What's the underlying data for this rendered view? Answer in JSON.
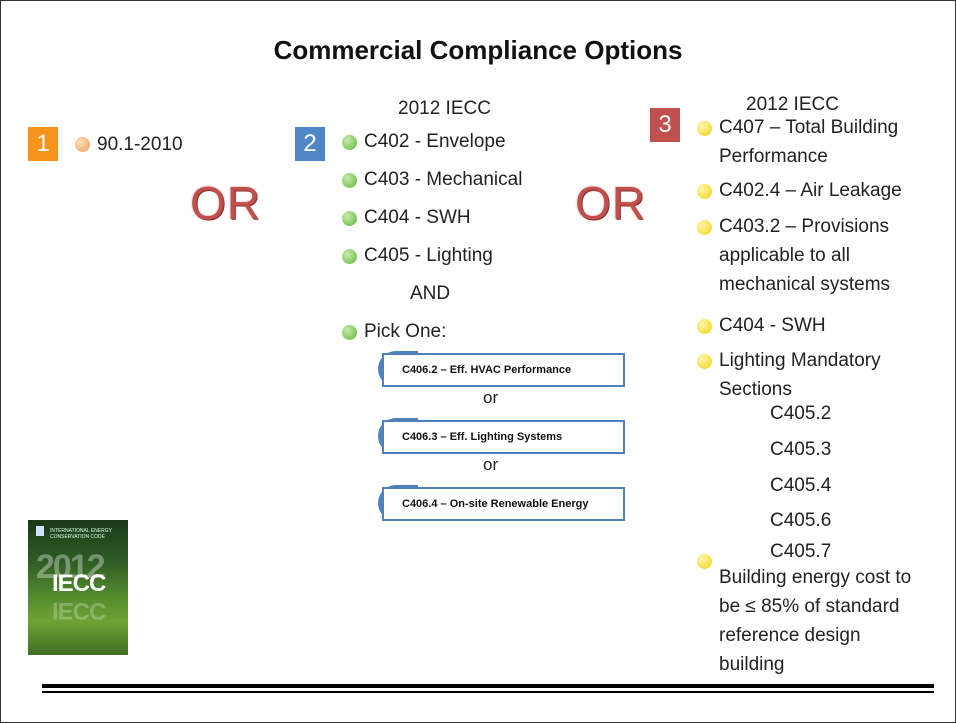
{
  "title": "Commercial Compliance Options",
  "option1": {
    "number": "1",
    "item": "90.1-2010"
  },
  "or_label": "OR",
  "option2": {
    "number": "2",
    "heading": "2012 IECC",
    "items": [
      "C402 - Envelope",
      "C403 - Mechanical",
      "C404 - SWH",
      "C405 - Lighting"
    ],
    "and_label": "AND",
    "pick_label": "Pick One:",
    "choices": [
      "C406.2 – Eff. HVAC Performance",
      "C406.3 – Eff. Lighting Systems",
      "C406.4 – On-site Renewable Energy"
    ],
    "choice_or": "or"
  },
  "option3": {
    "number": "3",
    "heading": "2012 IECC",
    "items": [
      [
        "C407 – Total Building",
        "Performance"
      ],
      [
        "C402.4 – Air Leakage"
      ],
      [
        "C403.2 – Provisions",
        "applicable to all",
        "mechanical systems"
      ],
      [
        "C404 - SWH"
      ],
      [
        "Lighting Mandatory",
        "Sections"
      ]
    ],
    "lighting_sections": [
      "C405.2",
      "C405.3",
      "C405.4",
      "C405.6",
      "C405.7"
    ],
    "cost_item": [
      "Building energy cost to",
      "be ≤ 85% of standard",
      "reference design",
      "building"
    ]
  },
  "book": {
    "year": "2012",
    "subtitle": "INTERNATIONAL ENERGY CONSERVATION CODE",
    "logo": "IECC"
  },
  "colors": {
    "orange": "#f7941d",
    "blue": "#4f86c6",
    "red": "#c0504d",
    "option_border": "#4f81bd"
  }
}
